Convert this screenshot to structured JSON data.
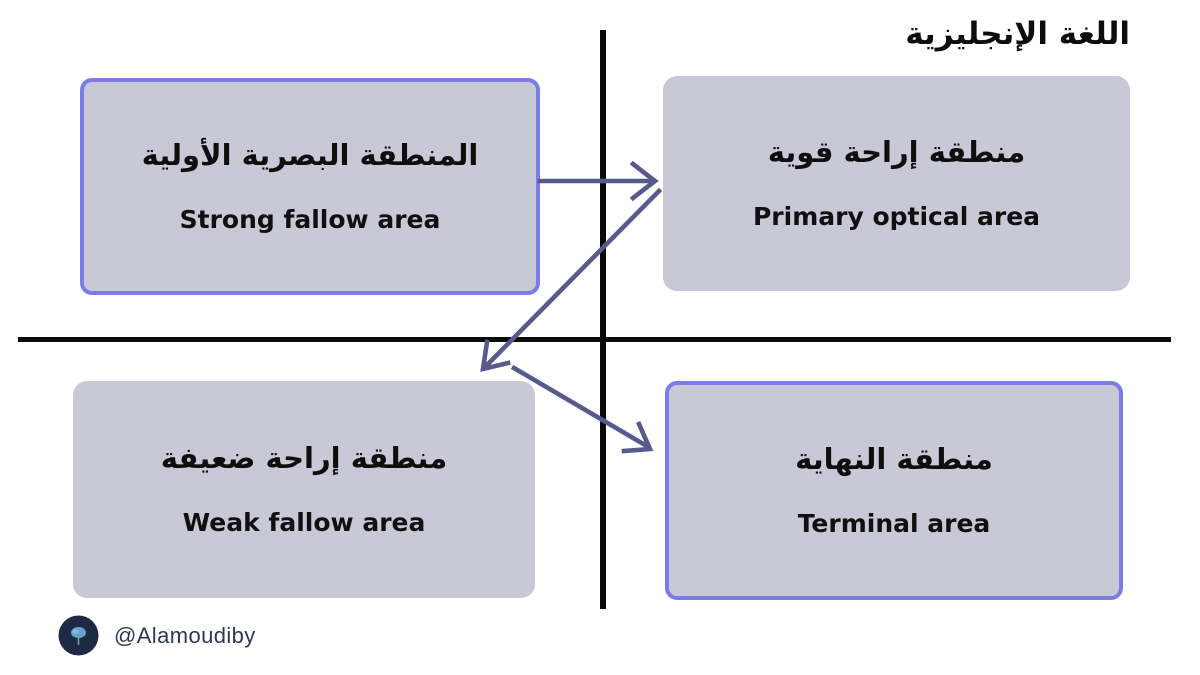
{
  "title": "اللغة الإنجليزية",
  "quadrants": [
    {
      "position": "top-left",
      "arabic": "المنطقة البصرية الأولية",
      "english": "Strong fallow area",
      "highlighted": true
    },
    {
      "position": "top-right",
      "arabic": "منطقة إراحة قوية",
      "english": "Primary optical area",
      "highlighted": false
    },
    {
      "position": "bottom-left",
      "arabic": "منطقة إراحة ضعيفة",
      "english": "Weak fallow area",
      "highlighted": false
    },
    {
      "position": "bottom-right",
      "arabic": "منطقة النهاية",
      "english": "Terminal area",
      "highlighted": true
    }
  ],
  "watermark": {
    "handle": "@Alamoudiby"
  },
  "colors": {
    "box_fill": "#c9c8d6",
    "highlight_border": "#7b7ce6",
    "arrow": "#575a8c",
    "axis_line": "#0a0a0a",
    "title_text": "#0d0d0d",
    "watermark_text": "#2d3a55",
    "avatar_bg": "#1e2a44",
    "avatar_accent": "#6ea9d2"
  }
}
